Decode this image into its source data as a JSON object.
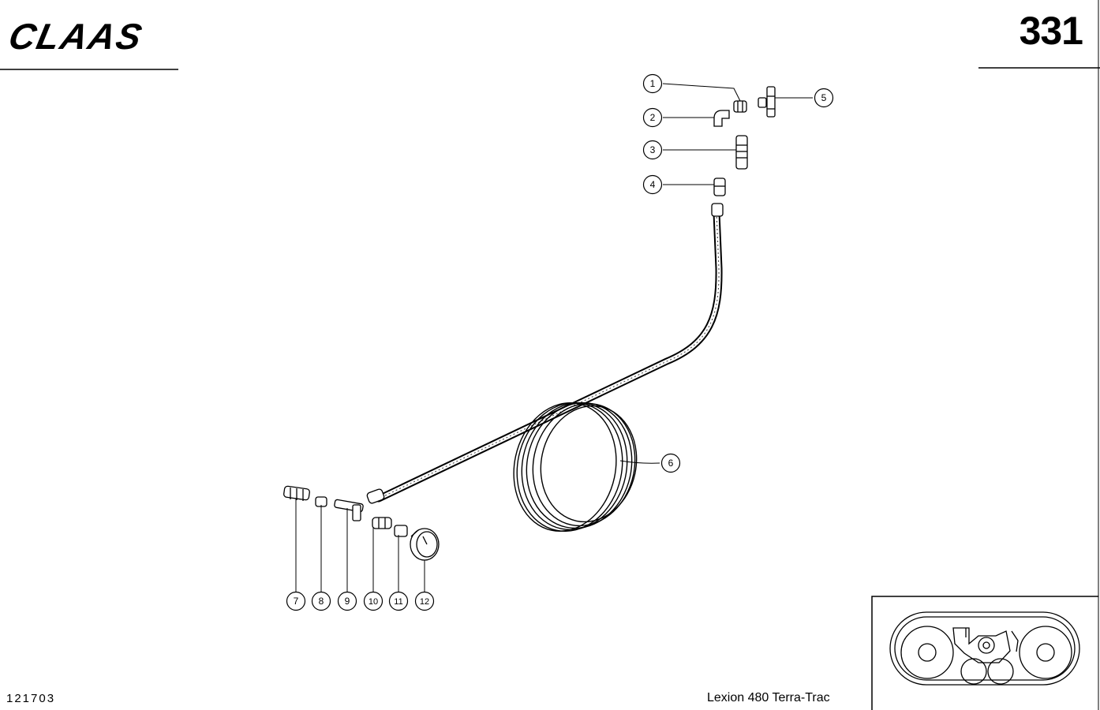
{
  "header": {
    "brand_logo_text": "CLAAS",
    "page_number": "331"
  },
  "footer": {
    "document_code": "121703",
    "model_name": "Lexion 480 Terra-Trac"
  },
  "callouts": [
    {
      "number": "1",
      "part": "fitting"
    },
    {
      "number": "2",
      "part": "elbow"
    },
    {
      "number": "3",
      "part": "valve"
    },
    {
      "number": "4",
      "part": "adapter"
    },
    {
      "number": "5",
      "part": "tee-fitting"
    },
    {
      "number": "6",
      "part": "hose-coil"
    },
    {
      "number": "7",
      "part": "coupling"
    },
    {
      "number": "8",
      "part": "nut"
    },
    {
      "number": "9",
      "part": "tee"
    },
    {
      "number": "10",
      "part": "union"
    },
    {
      "number": "11",
      "part": "reducer"
    },
    {
      "number": "12",
      "part": "pressure-gauge"
    }
  ]
}
